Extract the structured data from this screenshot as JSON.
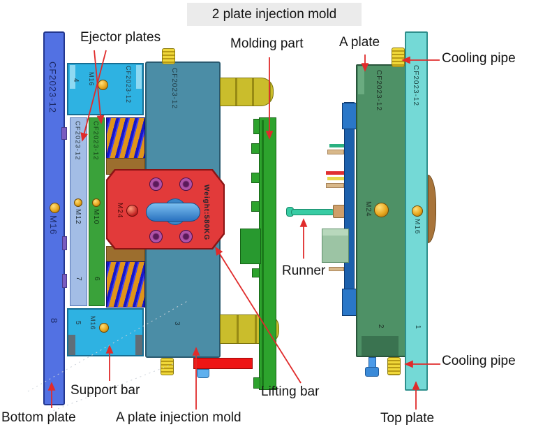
{
  "title": "2 plate injection mold",
  "labels": {
    "ejector_plates": "Ejector plates",
    "molding_part": "Molding part",
    "a_plate": "A plate",
    "cooling_pipe_top": "Cooling pipe",
    "runner": "Runner",
    "support_bar": "Support bar",
    "lifting_bar": "Lifting bar",
    "bottom_plate": "Bottom plate",
    "a_plate_injection_mold": "A plate injection mold",
    "top_plate": "Top plate",
    "cooling_pipe_bottom": "Cooling pipe"
  },
  "plates": {
    "bottom": {
      "code": "CF2023-12",
      "bolt": "M16",
      "number": "8"
    },
    "ejector_housing": {
      "code": "CF2023-12",
      "bolt": "M16",
      "number": "4"
    },
    "ejector_a": {
      "code": "CF2023-12",
      "bolt": "M12",
      "number": "7"
    },
    "ejector_b": {
      "code": "CF2023-12",
      "bolt": "M10",
      "number": "6"
    },
    "support_block": {
      "bolt": "M16",
      "number": "5"
    },
    "b_plate": {
      "code": "CF2023-12",
      "number": "3"
    },
    "core": {
      "bolt": "M24",
      "weight": "Weight:580KG"
    },
    "a_plate": {
      "code": "CF2023-12",
      "bolt": "M24",
      "number": "2"
    },
    "top": {
      "code": "CF2023-12",
      "bolt": "M16",
      "number": "1"
    }
  },
  "colors": {
    "annotation_red": "#e02b2b",
    "bottom_plate_blue": "#5271e3",
    "cyan_block": "#2eb2e2",
    "ejector_a_blue": "#a3bde6",
    "ejector_b_green": "#3aa23a",
    "b_plate_teal": "#4b8da6",
    "core_red": "#e23a3a",
    "a_plate_green": "#4e9166",
    "top_plate_cyan": "#74d9d6",
    "gold_bolt": "#e8a81f",
    "spring_blue": "#1717c9",
    "spring_rod_orange": "#e0941a",
    "nozzle_yellow": "#c9ba25",
    "molding_green": "#2da32d",
    "runner_teal": "#38cca4",
    "lifting_blue": "#4a9ad8"
  }
}
